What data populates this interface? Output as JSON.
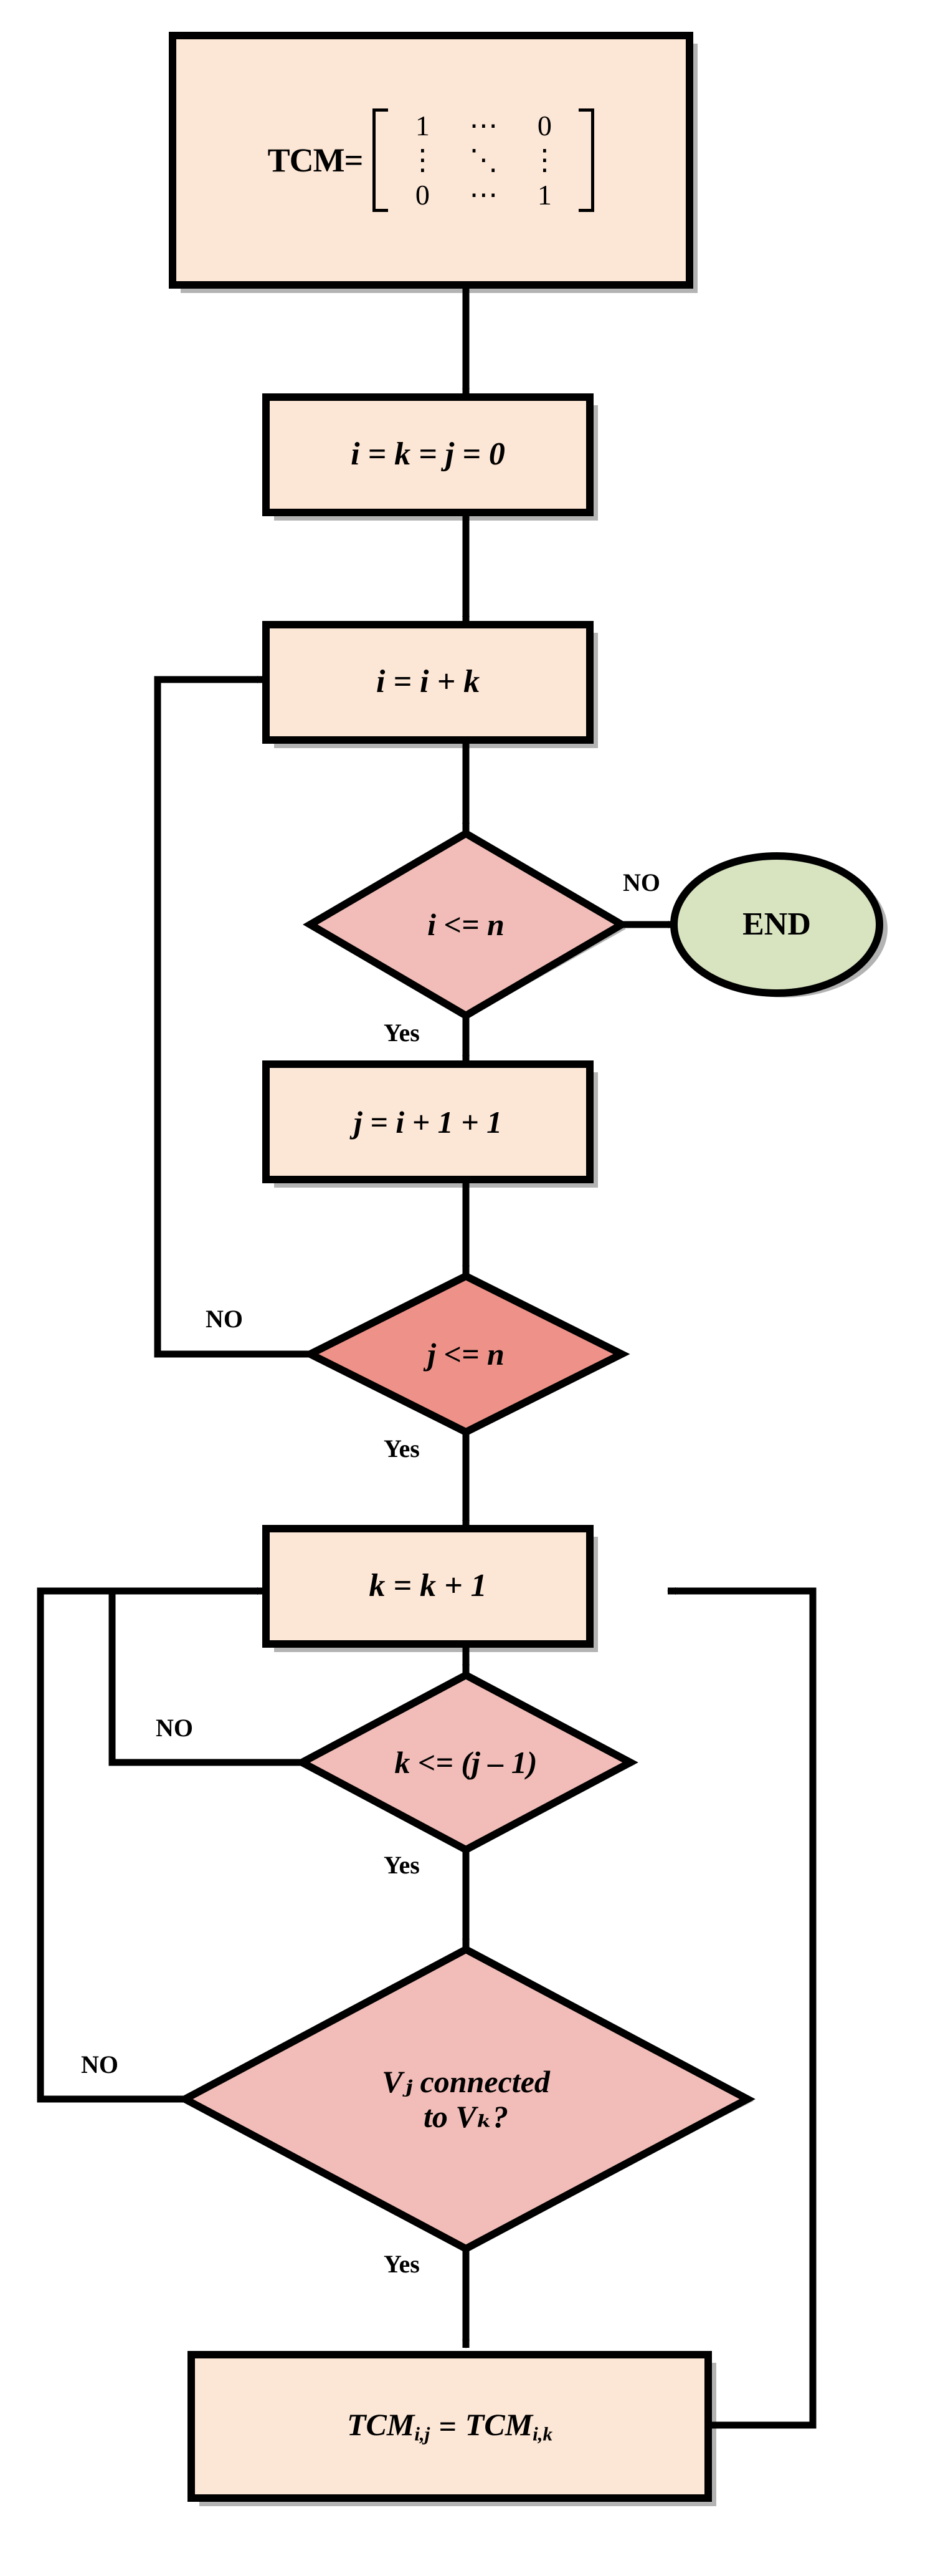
{
  "diagram": {
    "title": "TCM construction flowchart",
    "colors": {
      "process_fill": "#FCE6D5",
      "decision_fill_light": "#F2BDB8",
      "decision_fill_strong": "#EE9289",
      "terminator_fill": "#D8E4C0",
      "stroke": "#000000",
      "shadow": "#B3B3B3",
      "text": "#000000",
      "background": "#FFFFFF"
    }
  },
  "nodes": {
    "tcm_init": {
      "type": "process",
      "name_label": "TCM=",
      "matrix": {
        "rows": [
          [
            "1",
            "⋯",
            "0"
          ],
          [
            "⋮",
            "⋱",
            "⋮"
          ],
          [
            "0",
            "⋯",
            "1"
          ]
        ]
      }
    },
    "init_vars": {
      "type": "process",
      "label": "i = k = j = 0"
    },
    "incr_i": {
      "type": "process",
      "label": "i = i + k"
    },
    "check_i": {
      "type": "decision",
      "label": "i <= n"
    },
    "end": {
      "type": "terminator",
      "label": "END"
    },
    "set_j": {
      "type": "process",
      "label": "j = i + 1 + 1"
    },
    "check_j": {
      "type": "decision",
      "label": "j <= n"
    },
    "incr_k": {
      "type": "process",
      "label": "k = k + 1"
    },
    "check_k": {
      "type": "decision",
      "label": "k <= (j – 1)"
    },
    "check_conn": {
      "type": "decision",
      "label_line1": "Vⱼ connected",
      "label_line2": "to Vₖ?",
      "label_plain": "Vj connected to Vk?"
    },
    "assign_tcm": {
      "type": "process",
      "label_plain": "TCMi,j =  TCMi,k",
      "lhs": "TCM",
      "lhs_sub": "i,j",
      "eq": "=",
      "rhs": "TCM",
      "rhs_sub": "i,k"
    }
  },
  "edge_labels": {
    "i_check_no": "NO",
    "i_check_yes": "Yes",
    "j_check_no": "NO",
    "j_check_yes": "Yes",
    "k_check_no": "NO",
    "k_check_yes": "Yes",
    "conn_no": "NO",
    "conn_yes": "Yes"
  }
}
